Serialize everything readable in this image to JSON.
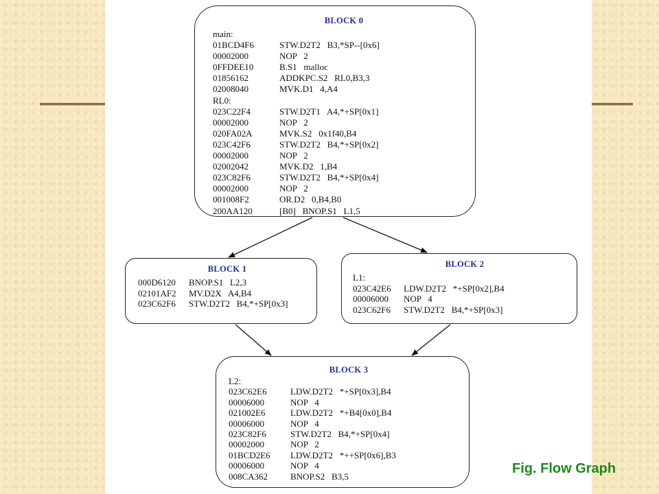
{
  "blocks": [
    {
      "id": "block0",
      "title": "BLOCK 0",
      "lines": [
        {
          "label": "main:"
        },
        {
          "addr": "01BCD4F6",
          "ins": "STW.D2T2   B3,*SP--[0x6]"
        },
        {
          "addr": "00002000",
          "ins": "NOP   2"
        },
        {
          "addr": "0FFDEE10",
          "ins": "B.S1   malloc"
        },
        {
          "addr": "01856162",
          "ins": "ADDKPC.S2   RL0,B3,3"
        },
        {
          "addr": "02008040",
          "ins": "MVK.D1   4,A4"
        },
        {
          "label": "RL0:"
        },
        {
          "addr": "023C22F4",
          "ins": "STW.D2T1   A4,*+SP[0x1]"
        },
        {
          "addr": "00002000",
          "ins": "NOP   2"
        },
        {
          "addr": "020FA02A",
          "ins": "MVK.S2   0x1f40,B4"
        },
        {
          "addr": "023C42F6",
          "ins": "STW.D2T2   B4,*+SP[0x2]"
        },
        {
          "addr": "00002000",
          "ins": "NOP   2"
        },
        {
          "addr": "02002042",
          "ins": "MVK.D2   1,B4"
        },
        {
          "addr": "023C82F6",
          "ins": "STW.D2T2   B4,*+SP[0x4]"
        },
        {
          "addr": "00002000",
          "ins": "NOP   2"
        },
        {
          "addr": "001008F2",
          "ins": "OR.D2   0,B4,B0"
        },
        {
          "addr": "200AA120",
          "ins": "[B0]   BNOP.S1   L1,5"
        }
      ]
    },
    {
      "id": "block1",
      "title": "BLOCK 1",
      "lines": [
        {
          "addr": "000D6120",
          "ins": "BNOP.S1   L2,3"
        },
        {
          "addr": "02101AF2",
          "ins": "MV.D2X   A4,B4"
        },
        {
          "addr": "023C62F6",
          "ins": "STW.D2T2   B4,*+SP[0x3]"
        }
      ]
    },
    {
      "id": "block2",
      "title": "BLOCK 2",
      "lines": [
        {
          "label": "L1:"
        },
        {
          "addr": "023C42E6",
          "ins": "LDW.D2T2   *+SP[0x2],B4"
        },
        {
          "addr": "00006000",
          "ins": "NOP   4"
        },
        {
          "addr": "023C62F6",
          "ins": "STW.D2T2   B4,*+SP[0x3]"
        }
      ]
    },
    {
      "id": "block3",
      "title": "BLOCK 3",
      "lines": [
        {
          "label": "L2:"
        },
        {
          "addr": "023C62E6",
          "ins": "LDW.D2T2   *+SP[0x3],B4"
        },
        {
          "addr": "00006000",
          "ins": "NOP   4"
        },
        {
          "addr": "021002E6",
          "ins": "LDW.D2T2   *+B4[0x0],B4"
        },
        {
          "addr": "00006000",
          "ins": "NOP   4"
        },
        {
          "addr": "023C82F6",
          "ins": "STW.D2T2   B4,*+SP[0x4]"
        },
        {
          "addr": "00002000",
          "ins": "NOP   2"
        },
        {
          "addr": "01BCD2E6",
          "ins": "LDW.D2T2   *++SP[0x6],B3"
        },
        {
          "addr": "00006000",
          "ins": "NOP   4"
        },
        {
          "addr": "008CA362",
          "ins": "BNOP.S2   B3,5"
        }
      ]
    }
  ],
  "edges": [
    {
      "from": "block0",
      "to": "block1"
    },
    {
      "from": "block0",
      "to": "block2"
    },
    {
      "from": "block1",
      "to": "block3"
    },
    {
      "from": "block2",
      "to": "block3"
    }
  ],
  "caption": "Fig. Flow Graph",
  "colors": {
    "background": "#f6e7bd",
    "block_title": "#1f2f9a",
    "caption": "#1d8a1d"
  }
}
